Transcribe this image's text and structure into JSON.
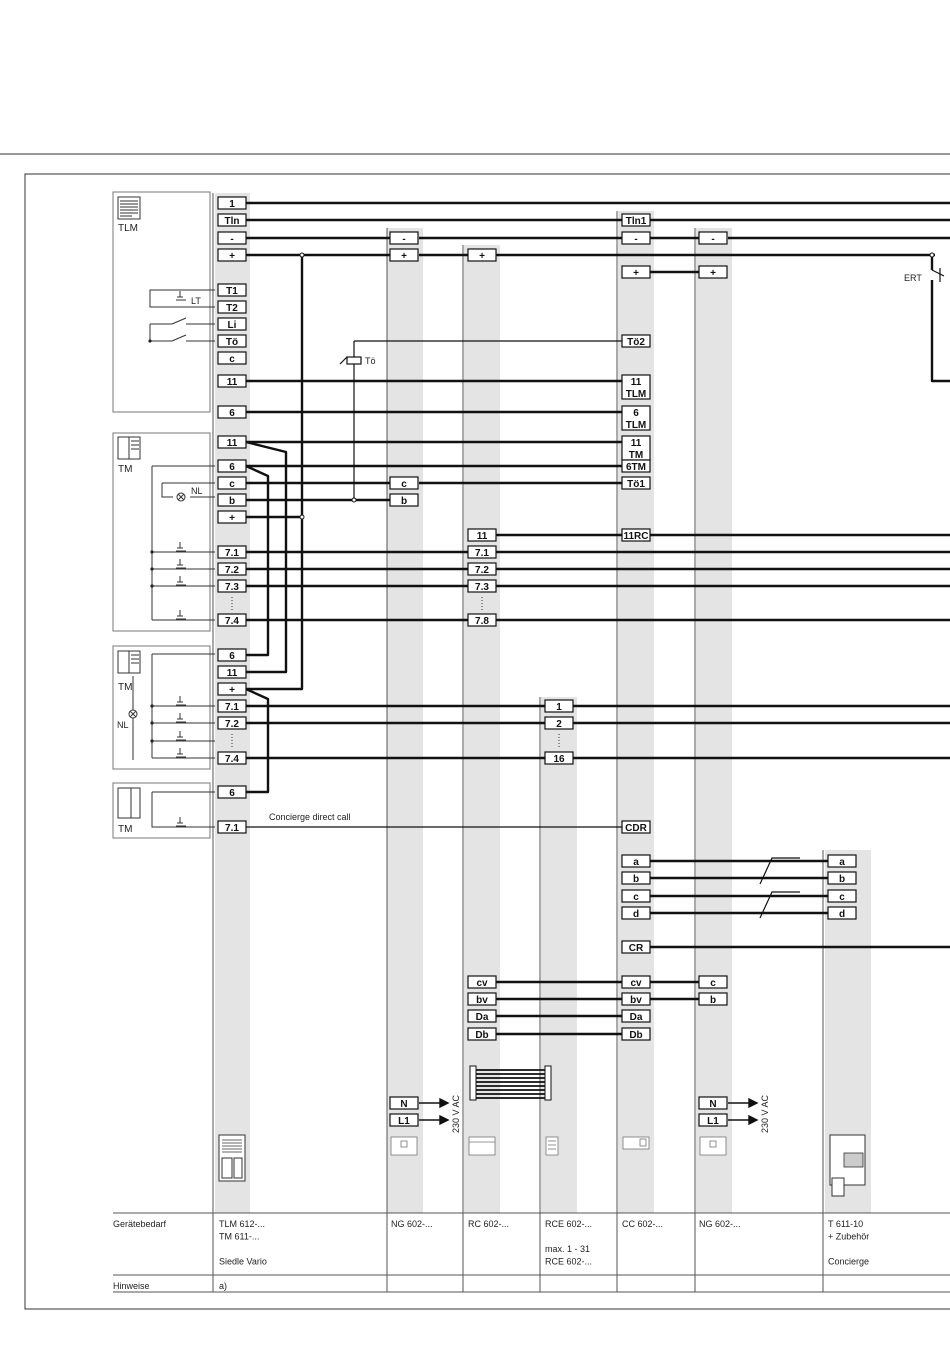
{
  "devices": {
    "tlm": "TLM",
    "tm1": "TM",
    "tm2": "TM",
    "tm3": "TM",
    "lt": "LT",
    "nl1": "NL",
    "nl2": "NL",
    "to_relay": "Tö",
    "ert": "ERT"
  },
  "terminals": {
    "main_top": [
      "1",
      "Tln",
      "-",
      "+"
    ],
    "main_tlm": [
      "T1",
      "T2",
      "Li",
      "Tö",
      "c",
      "11",
      "6"
    ],
    "main_tm1": [
      "11",
      "6",
      "c",
      "b",
      "+",
      "7.1",
      "7.2",
      "7.3",
      "7.4"
    ],
    "main_tm2": [
      "6",
      "11",
      "+",
      "7.1",
      "7.2",
      "7.4"
    ],
    "main_tm3": [
      "6",
      "7.1"
    ],
    "ng1": [
      "-",
      "+",
      "c",
      "b",
      "N",
      "L1"
    ],
    "rc": [
      "+",
      "11",
      "7.1",
      "7.2",
      "7.3",
      "7.8",
      "cv",
      "bv",
      "Da",
      "Db"
    ],
    "rce": [
      "1",
      "2",
      "16"
    ],
    "cc": [
      "Tln1",
      "-",
      "+",
      "Tö2",
      "11 TLM",
      "6 TLM",
      "11 TM",
      "6TM",
      "Tö1",
      "11RC",
      "CDR",
      "a",
      "b",
      "c",
      "d",
      "CR",
      "cv",
      "bv",
      "Da",
      "Db"
    ],
    "ng2": [
      "-",
      "+",
      "c",
      "b",
      "N",
      "L1"
    ],
    "concierge": [
      "a",
      "b",
      "c",
      "d"
    ]
  },
  "wiring_labels": {
    "concierge_direct_call": "Concierge direct call",
    "vac1": "230 V AC",
    "vac2": "230 V AC"
  },
  "table": {
    "row1_label": "Gerätebedarf",
    "row2_label": "Hinweise",
    "columns": [
      {
        "lines": [
          "TLM 612-...",
          "TM 611-...",
          "",
          "Siedle Vario"
        ],
        "note": "a)"
      },
      {
        "lines": [
          "NG 602-..."
        ],
        "note": ""
      },
      {
        "lines": [
          "RC 602-..."
        ],
        "note": ""
      },
      {
        "lines": [
          "RCE 602-...",
          "",
          "max. 1 - 31",
          "RCE 602-..."
        ],
        "note": ""
      },
      {
        "lines": [
          "CC 602-..."
        ],
        "note": ""
      },
      {
        "lines": [
          "NG 602-..."
        ],
        "note": ""
      },
      {
        "lines": [
          "T 611-10",
          "+ Zubehör",
          "",
          "Concierge"
        ],
        "note": ""
      }
    ]
  }
}
